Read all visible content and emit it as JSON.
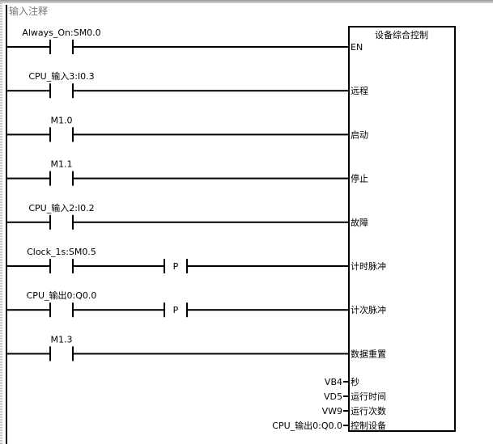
{
  "network_comment": "输入注释",
  "block": {
    "title": "设备综合控制"
  },
  "rungs": [
    {
      "operand": "Always_On:SM0.0",
      "pin": "EN",
      "edge": ""
    },
    {
      "operand": "CPU_输入3:I0.3",
      "pin": "远程",
      "edge": ""
    },
    {
      "operand": "M1.0",
      "pin": "启动",
      "edge": ""
    },
    {
      "operand": "M1.1",
      "pin": "停止",
      "edge": ""
    },
    {
      "operand": "CPU_输入2:I0.2",
      "pin": "故障",
      "edge": ""
    },
    {
      "operand": "Clock_1s:SM0.5",
      "pin": "计时脉冲",
      "edge": "P"
    },
    {
      "operand": "CPU_输出0:Q0.0",
      "pin": "计次脉冲",
      "edge": "P"
    },
    {
      "operand": "M1.3",
      "pin": "数据重置",
      "edge": ""
    }
  ],
  "outputs": [
    {
      "operand": "VB4",
      "pin": "秒"
    },
    {
      "operand": "VD5",
      "pin": "运行时间"
    },
    {
      "operand": "VW9",
      "pin": "运行次数"
    },
    {
      "operand": "CPU_输出0:Q0.0",
      "pin": "控制设备"
    }
  ]
}
